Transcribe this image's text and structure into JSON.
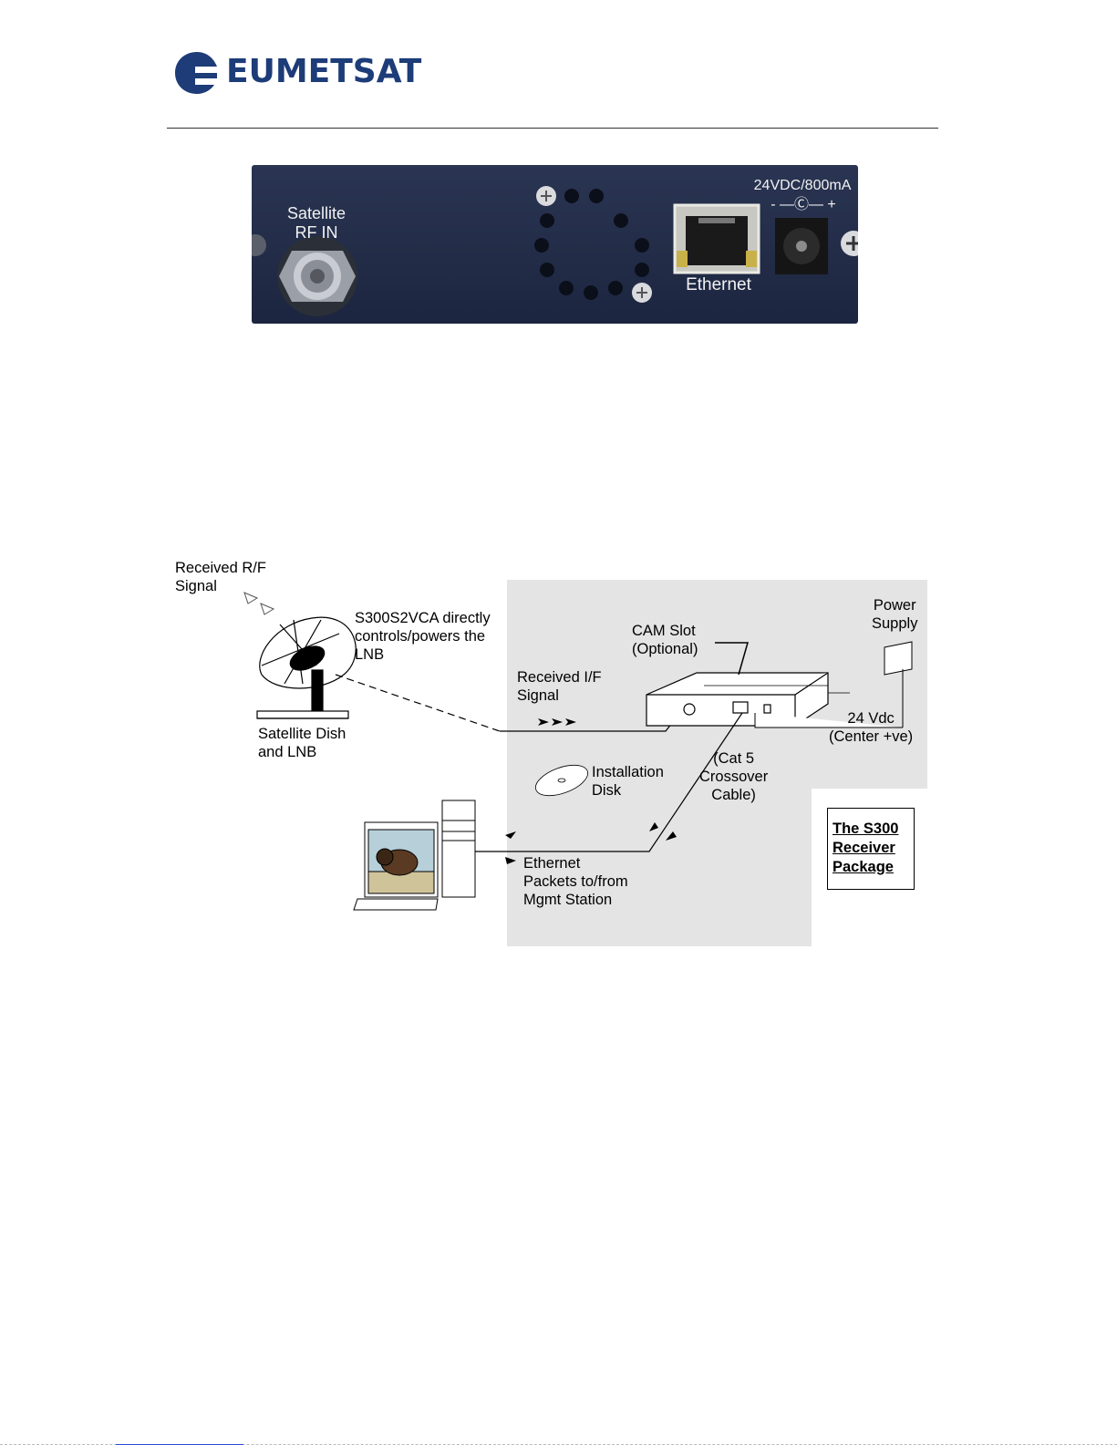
{
  "header": {
    "logo_text": "EUMETSAT"
  },
  "panel": {
    "satellite_label_line1": "Satellite",
    "satellite_label_line2": "RF IN",
    "power_label": "24VDC/800mA",
    "polarity_label": "- —Ⓒ— +",
    "ethernet_label": "Ethernet"
  },
  "diagram": {
    "received_rf_line1": "Received R/F",
    "received_rf_line2": "Signal",
    "control_line1": "S300S2VCA directly",
    "control_line2": "controls/powers the",
    "control_line3": "LNB",
    "dish_line1": "Satellite Dish",
    "dish_line2": "and LNB",
    "cam_line1": "CAM Slot",
    "cam_line2": "(Optional)",
    "power_supply_line1": "Power",
    "power_supply_line2": "Supply",
    "received_if_line1": "Received I/F",
    "received_if_line2": "Signal",
    "vdc_line1": "24 Vdc",
    "vdc_line2": "(Center +ve)",
    "install_line1": "Installation",
    "install_line2": "Disk",
    "cable_line1": "(Cat 5",
    "cable_line2": "Crossover",
    "cable_line3": "Cable)",
    "ethernet_line1": "Ethernet",
    "ethernet_line2": "Packets to/from",
    "ethernet_line3": "Mgmt Station",
    "package_line1": "The S300",
    "package_line2": "Receiver",
    "package_line3": "Package"
  }
}
